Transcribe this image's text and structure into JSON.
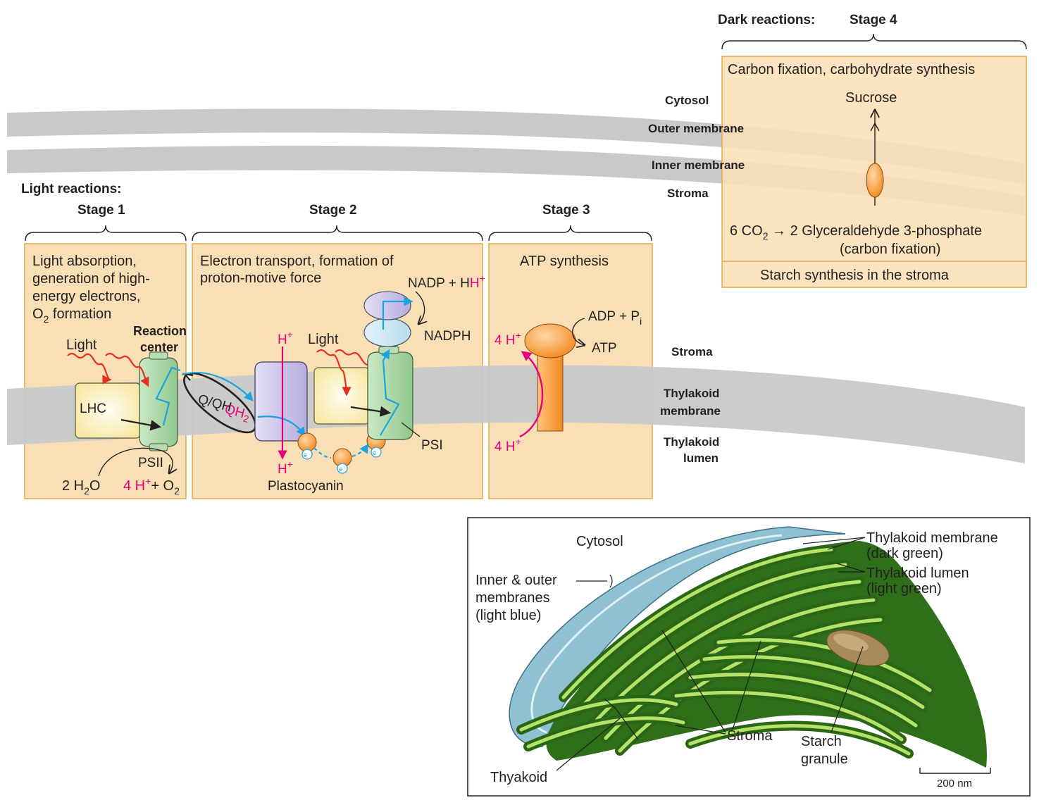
{
  "labels": {
    "dark_reactions": "Dark reactions:",
    "stage4": "Stage 4",
    "stage4_title": "Carbon fixation, carbohydrate synthesis",
    "sucrose": "Sucrose",
    "co2_prefix": "6 CO",
    "co2_sub": "2",
    "co2_suffix": "2 Glyceraldehyde 3-phosphate",
    "carbon_fixation": "(carbon fixation)",
    "starch_stroma": "Starch synthesis in the stroma",
    "cytosol": "Cytosol",
    "outer_membrane": "Outer membrane",
    "inner_membrane": "Inner membrane",
    "stroma": "Stroma",
    "light_reactions": "Light reactions:",
    "stage1": "Stage 1",
    "stage2": "Stage 2",
    "stage3": "Stage 3",
    "s1_line1": "Light absorption,",
    "s1_line2": "generation of high-",
    "s1_line3": "energy electrons,",
    "s1_line4_a": "O",
    "s1_line4_sub": "2",
    "s1_line4_b": " formation",
    "reaction": "Reaction",
    "center": "center",
    "light": "Light",
    "lhc": "LHC",
    "psii": "PSII",
    "h2o_a": "2 H",
    "h2o_sub": "2",
    "h2o_b": "O",
    "h_o2_a": "4 H",
    "h_o2_plus": "+",
    "h_o2_b": "+ O",
    "h_o2_sub": "2",
    "s2_line1": "Electron transport, formation of",
    "s2_line2": "proton-motive force",
    "nadp": "NADP + H",
    "nadph": "NADPH",
    "h_plus": "H",
    "plus": "+",
    "q_label": "Q",
    "qh2_label": "QH",
    "qh2_sub": "2",
    "slash": "/",
    "psi": "PSI",
    "plastocyanin": "Plastocyanin",
    "e_minus": "e",
    "s3_title": "ATP synthesis",
    "adp": "ADP + P",
    "adp_sub": "i",
    "atp": "ATP",
    "four_h": "4 H",
    "stroma_right": "Stroma",
    "thylakoid": "Thylakoid",
    "membrane": "membrane",
    "lumen": "lumen",
    "em_cytosol": "Cytosol",
    "em_thyl_mem_1": "Thylakoid membrane",
    "em_thyl_mem_2": "(dark green)",
    "em_thyl_lumen_1": "Thylakoid lumen",
    "em_thyl_lumen_2": "(light green)",
    "em_inner_1": "Inner & outer",
    "em_inner_2": "membranes",
    "em_inner_3": "(light blue)",
    "em_stroma": "Stroma",
    "em_starch_1": "Starch",
    "em_starch_2": "granule",
    "em_thyakoid": "Thyakoid",
    "scale": "200 nm"
  },
  "colors": {
    "panel_fill": "#f9dfb5",
    "panel_stroke": "#e0a94a",
    "membrane_gray": "#c8c9cb",
    "accent_magenta": "#e6007e",
    "electron_blue": "#1aa3e0",
    "complex_green": "#a7d3a3",
    "complex_purple": "#c2b9e6",
    "atp_orange": "#f79a3e",
    "thylakoid_green": "#4c9b1f"
  }
}
